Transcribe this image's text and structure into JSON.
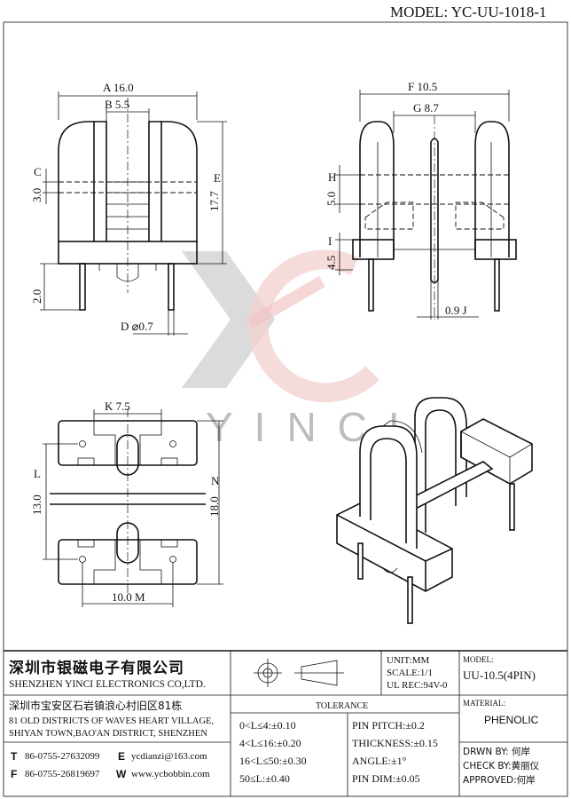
{
  "model_header": "MODEL: YC-UU-1018-1",
  "watermark": "YINCI",
  "dims": {
    "A": "A 16.0",
    "B": "B 5.5",
    "C": "C",
    "C_val": "3.0",
    "E": "E",
    "E_val": "17.7",
    "D": "D ⌀0.7",
    "pin_len": "2.0",
    "F": "F 10.5",
    "G": "G 8.7",
    "H": "H",
    "H_val": "5.0",
    "I": "I",
    "I_val": "4.5",
    "J": "0.9 J",
    "K": "K 7.5",
    "L": "L",
    "L_val": "13.0",
    "N": "N",
    "N_val": "18.0",
    "M": "10.0 M"
  },
  "title_block": {
    "company_cn": "深圳市银磁电子有限公司",
    "company_en": "SHENZHEN YINCI ELECTRONICS CO,LTD.",
    "addr_cn": "深圳市宝安区石岩镇浪心村旧区81栋",
    "addr_en1": "81 OLD DISTRICTS OF WAVES HEART VILLAGE,",
    "addr_en2": "SHIYAN TOWN,BAO'AN DISTRICT, SHENZHEN",
    "tel_label": "T",
    "tel": "86-0755-27632099",
    "email_label": "E",
    "email": "ycdianzi@163.com",
    "fax_label": "F",
    "fax": "86-0755-26819697",
    "web_label": "W",
    "web": "www.ycbobbin.com",
    "unit": "UNIT:MM",
    "scale": "SCALE:1/1",
    "ul": "UL REC:94V-0",
    "model_label": "MODEL:",
    "model_value": "UU-10.5(4PIN)",
    "tolerance_title": "TOLERANCE",
    "tol": [
      "0<L≤4:±0.10",
      "4<L≤16:±0.20",
      "16<L≤50:±0.30",
      "50≤L:±0.40"
    ],
    "tol2": [
      "PIN PITCH:±0.2",
      "THICKNESS:±0.15",
      "ANGLE:±1°",
      "PIN DIM:±0.05"
    ],
    "material_label": "MATERIAL:",
    "material": "PHENOLIC",
    "drawn": "DRWN BY: 何岸",
    "check": "CHECK BY:黄丽仪",
    "approved": "APPROVED:何岸"
  }
}
